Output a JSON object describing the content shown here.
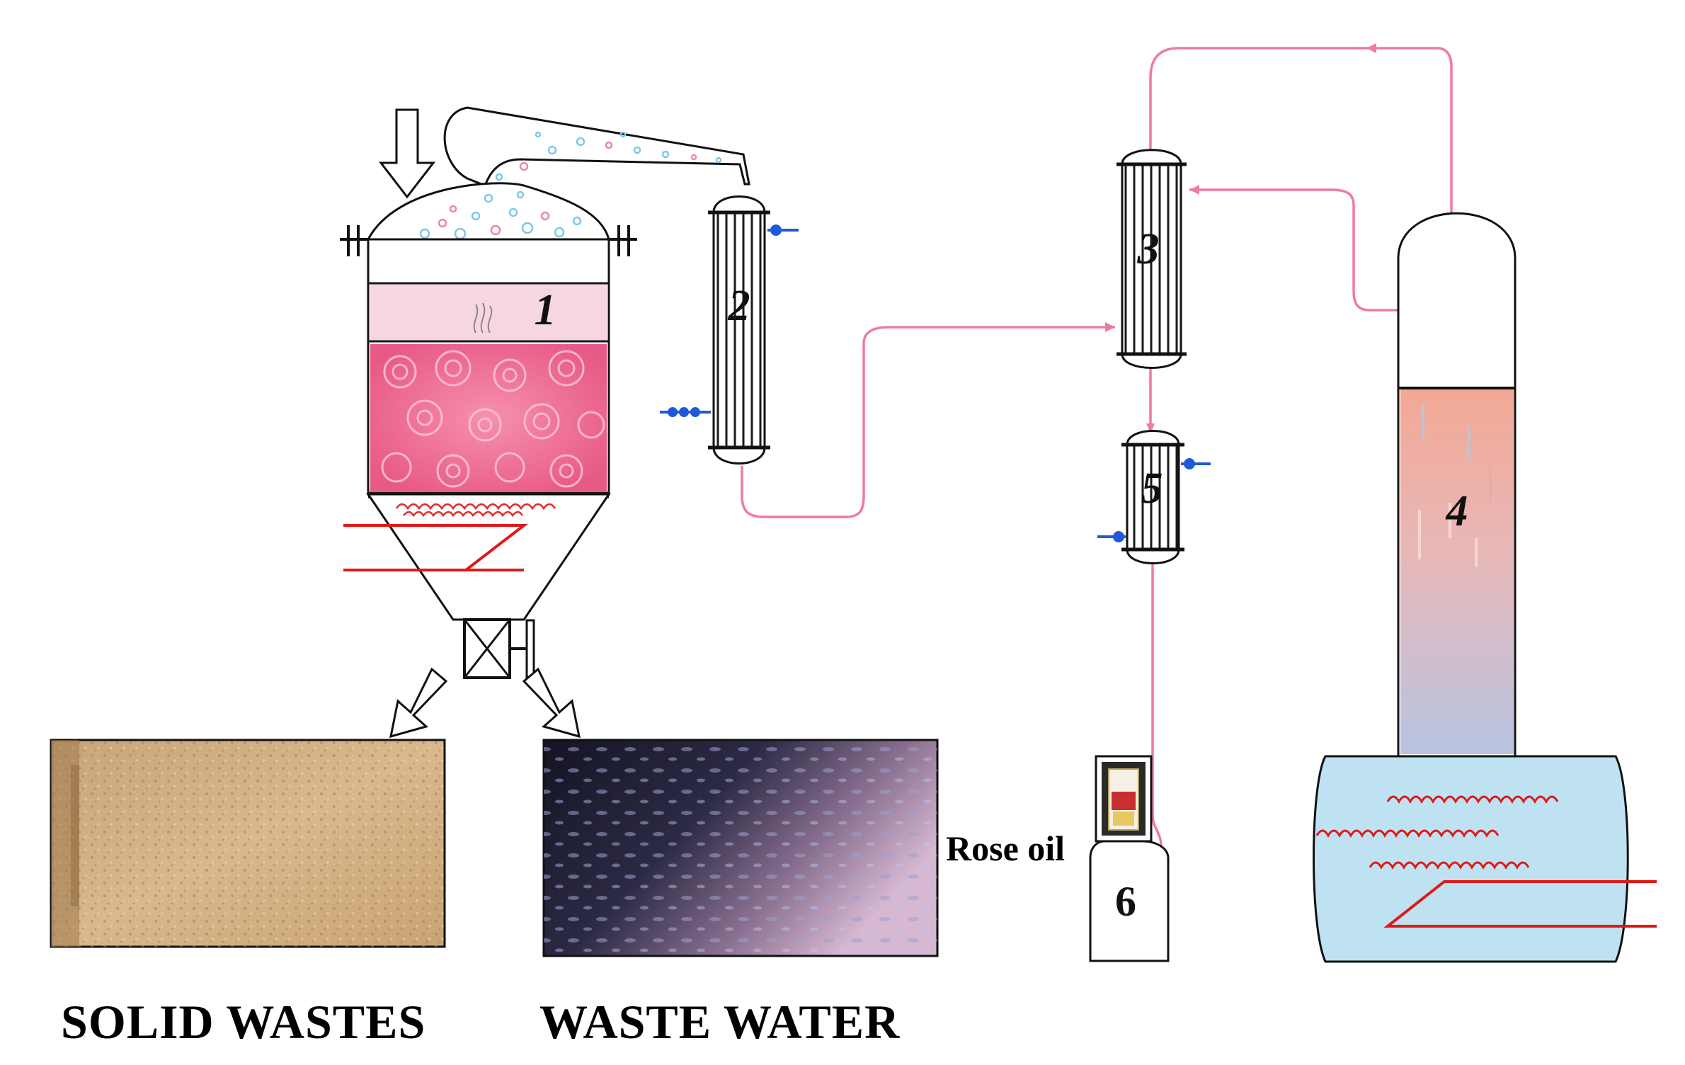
{
  "labels": {
    "unit1": "1",
    "unit2": "2",
    "unit3": "3",
    "unit4": "4",
    "unit5": "5",
    "unit6": "6",
    "rose_oil": "Rose oil",
    "solid_wastes": "SOLID WASTES",
    "waste_water": "WASTE WATER"
  },
  "colors": {
    "process_line": "#f07aa0",
    "cooling_water": "#1e5ad8",
    "heating_coil": "#e01818",
    "rose_petals": "#f06892",
    "boiler_water": "#bfe2f2"
  }
}
